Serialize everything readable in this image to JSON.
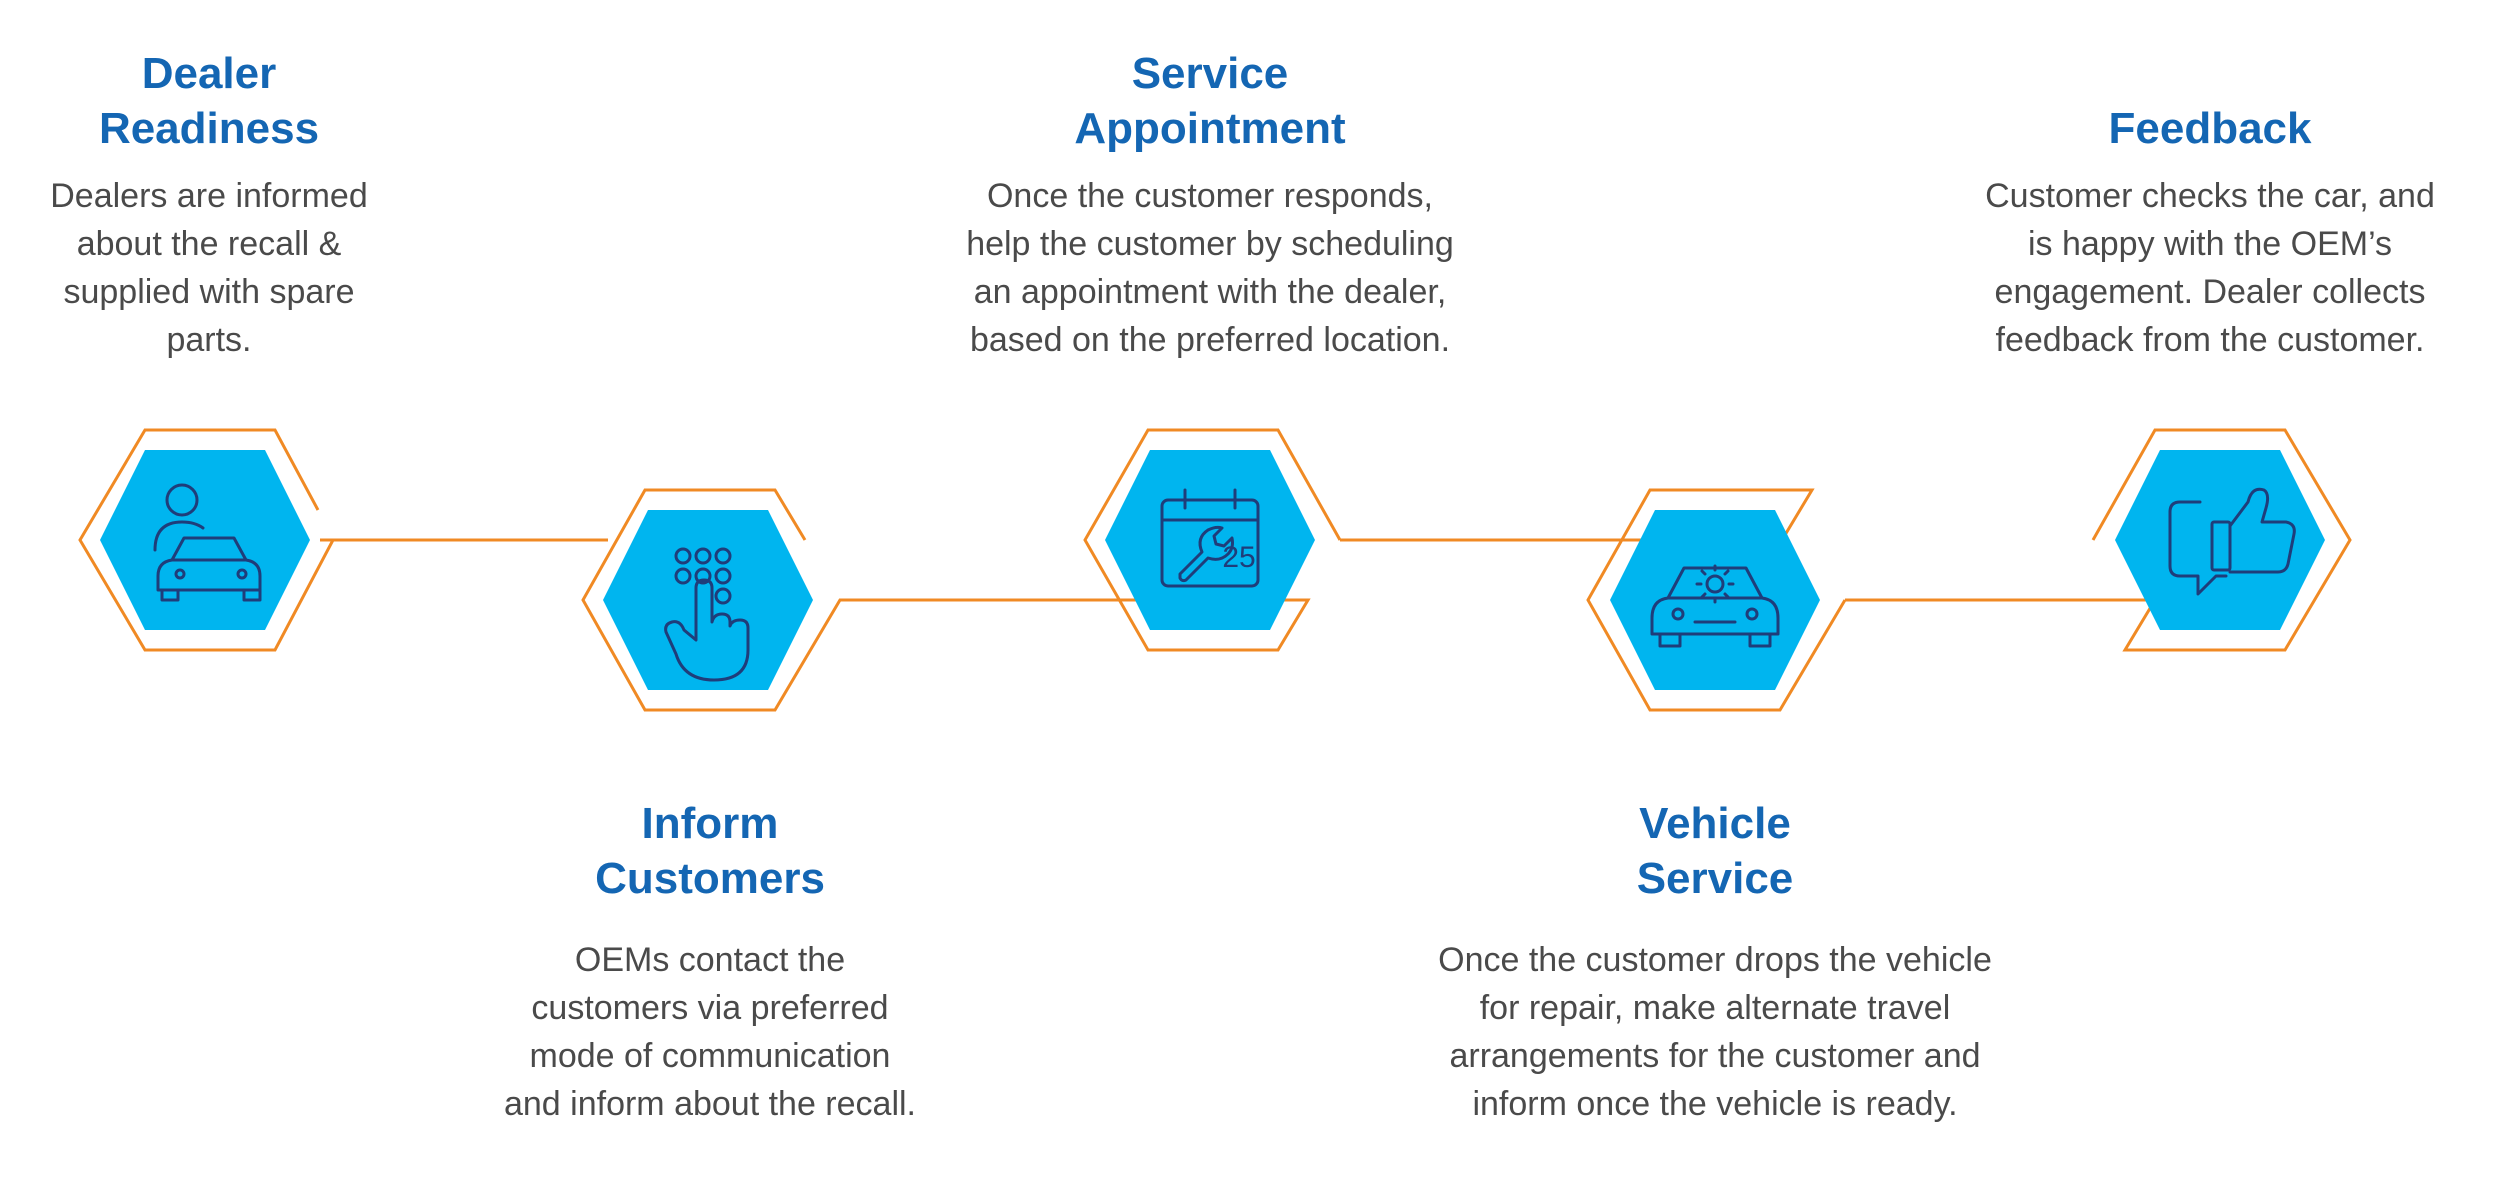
{
  "steps": [
    {
      "id": "dealer-readiness",
      "icon": "dealer-car-icon",
      "title": [
        "Dealer",
        "Readiness"
      ],
      "description": [
        "Dealers are informed",
        "about the recall &",
        "supplied with spare",
        "parts."
      ]
    },
    {
      "id": "inform-customers",
      "icon": "keypad-hand-icon",
      "title": [
        "Inform",
        "Customers"
      ],
      "description": [
        "OEMs contact the",
        "customers via preferred",
        "mode of communication",
        "and inform about the recall."
      ]
    },
    {
      "id": "service-appointment",
      "icon": "calendar-wrench-icon",
      "calendar_day": "25",
      "title": [
        "Service",
        "Appointment"
      ],
      "description": [
        "Once the customer responds,",
        "help the customer by scheduling",
        "an appointment with the dealer,",
        "based on the preferred location."
      ]
    },
    {
      "id": "vehicle-service",
      "icon": "car-service-icon",
      "title": [
        "Vehicle",
        "Service"
      ],
      "description": [
        "Once the customer drops the vehicle",
        "for repair, make alternate travel",
        "arrangements for the customer and",
        "inform once the vehicle is ready."
      ]
    },
    {
      "id": "feedback",
      "icon": "thumbs-up-chat-icon",
      "title": [
        "Feedback"
      ],
      "description": [
        "Customer checks the car, and",
        "is happy with the OEM’s",
        "engagement. Dealer collects",
        "feedback from the customer."
      ]
    }
  ],
  "colors": {
    "title": "#1466b3",
    "text": "#4a4a4a",
    "hexagon_fill": "#00b5ef",
    "connector": "#f08a24",
    "icon_stroke": "#1f3d7a"
  }
}
